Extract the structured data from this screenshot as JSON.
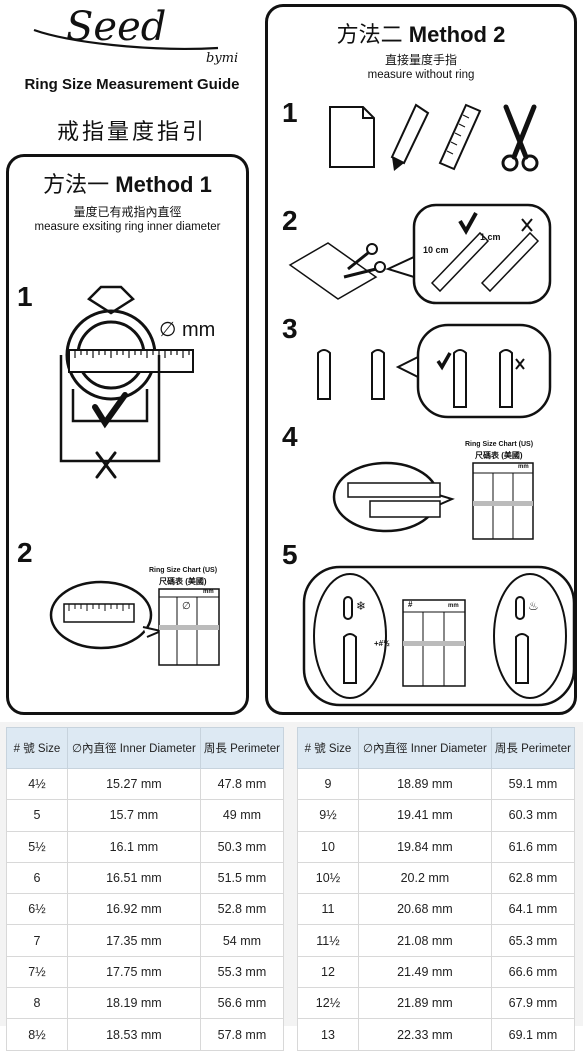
{
  "brand": {
    "logo_text": "Seed",
    "logo_sub": "bymi"
  },
  "guide_title": "Ring Size Measurement Guide",
  "guide_title_cn": "戒指量度指引",
  "method1": {
    "title_cn": "方法一",
    "title_en": "Method 1",
    "subtitle_cn": "量度已有戒指內直徑",
    "subtitle_en": "measure exsiting ring inner diameter",
    "step1": "1",
    "step2": "2",
    "mm_label": "∅ mm",
    "chart_title_en": "Ring Size Chart (US)",
    "chart_title_cn": "尺碼表 (美國)",
    "chart_col_symbol": "∅",
    "chart_col_unit": "mm"
  },
  "method2": {
    "title_cn": "方法二",
    "title_en": "Method 2",
    "subtitle_cn": "直接量度手指",
    "subtitle_en": "measure without ring",
    "steps": [
      "1",
      "2",
      "3",
      "4",
      "5"
    ],
    "label_10cm": "10 cm",
    "label_1cm": "1 cm",
    "chart_title_en": "Ring Size Chart (US)",
    "chart_title_cn": "尺碼表 (美國)",
    "chart_col_unit": "mm",
    "chart_col_hash": "#",
    "half_label": "+#½"
  },
  "size_table": {
    "headers": [
      "# 號 Size",
      "∅內直徑 Inner Diameter",
      "周長 Perimeter"
    ],
    "left_rows": [
      [
        "4½",
        "15.27 mm",
        "47.8 mm"
      ],
      [
        "5",
        "15.7 mm",
        "49 mm"
      ],
      [
        "5½",
        "16.1 mm",
        "50.3 mm"
      ],
      [
        "6",
        "16.51 mm",
        "51.5 mm"
      ],
      [
        "6½",
        "16.92 mm",
        "52.8 mm"
      ],
      [
        "7",
        "17.35 mm",
        "54 mm"
      ],
      [
        "7½",
        "17.75 mm",
        "55.3 mm"
      ],
      [
        "8",
        "18.19 mm",
        "56.6 mm"
      ],
      [
        "8½",
        "18.53 mm",
        "57.8 mm"
      ]
    ],
    "right_rows": [
      [
        "9",
        "18.89 mm",
        "59.1 mm"
      ],
      [
        "9½",
        "19.41 mm",
        "60.3 mm"
      ],
      [
        "10",
        "19.84 mm",
        "61.6 mm"
      ],
      [
        "10½",
        "20.2 mm",
        "62.8 mm"
      ],
      [
        "11",
        "20.68 mm",
        "64.1 mm"
      ],
      [
        "11½",
        "21.08 mm",
        "65.3 mm"
      ],
      [
        "12",
        "21.49 mm",
        "66.6 mm"
      ],
      [
        "12½",
        "21.89 mm",
        "67.9 mm"
      ],
      [
        "13",
        "22.33 mm",
        "69.1 mm"
      ]
    ]
  }
}
